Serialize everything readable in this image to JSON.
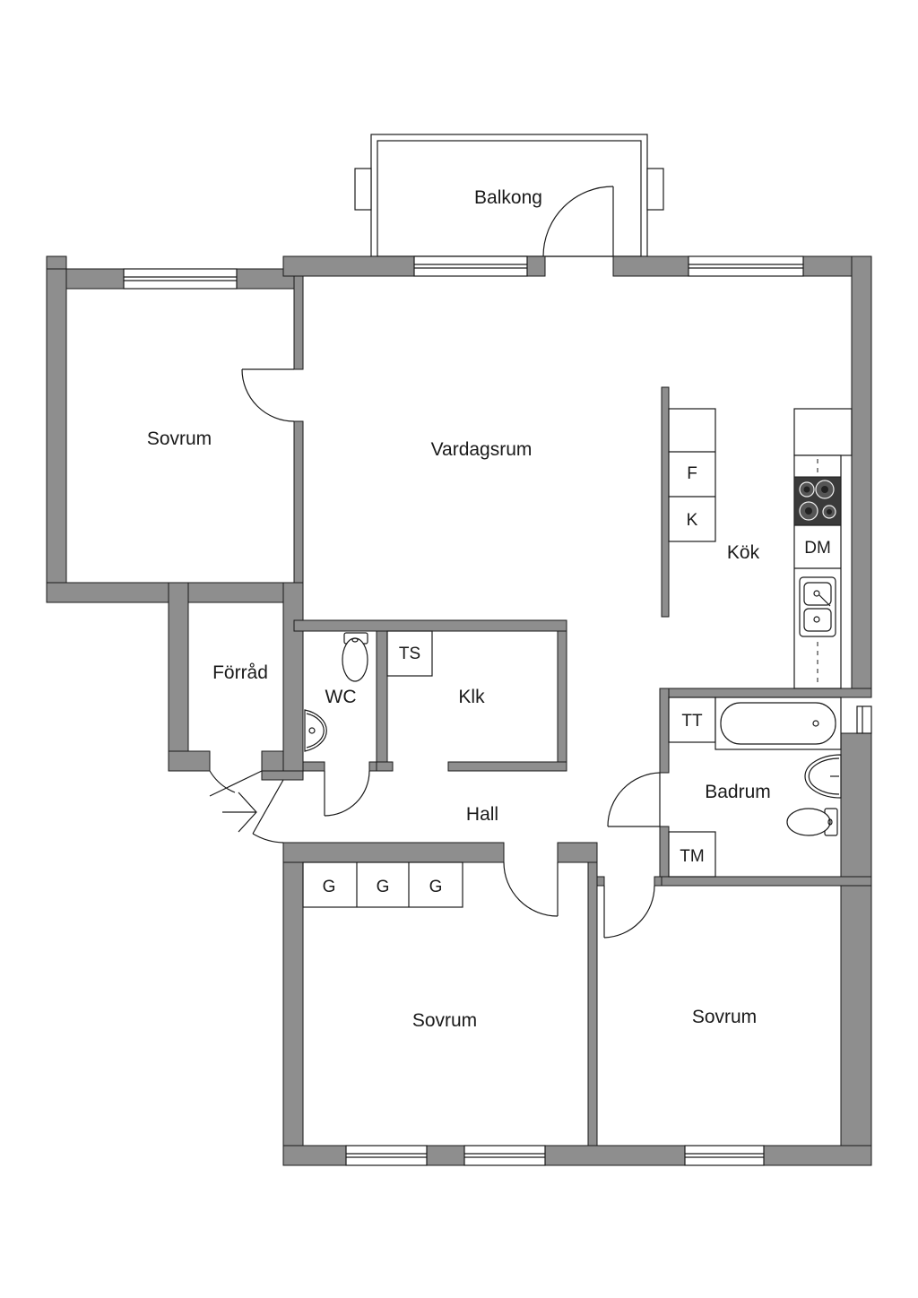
{
  "rooms": {
    "balkong": "Balkong",
    "vardagsrum": "Vardagsrum",
    "sovrum_nw": "Sovrum",
    "kok": "Kök",
    "forrad": "Förråd",
    "wc": "WC",
    "klk": "Klk",
    "hall": "Hall",
    "badrum": "Badrum",
    "sovrum_sw": "Sovrum",
    "sovrum_se": "Sovrum"
  },
  "fixtures": {
    "fridge": "F",
    "freezer": "K",
    "dishwasher": "DM",
    "dryer": "TS",
    "washer": "TT",
    "drying_cabinet": "TM",
    "wardrobe_1": "G",
    "wardrobe_2": "G",
    "wardrobe_3": "G"
  },
  "icons": [
    "entrance-arrow-icon",
    "stove-icon",
    "sink-icon",
    "toilet-icon",
    "bathtub-icon",
    "washbasin-icon"
  ],
  "colors": {
    "wall": "#8e8e8e",
    "line": "#1a1a1a",
    "background": "#ffffff"
  }
}
